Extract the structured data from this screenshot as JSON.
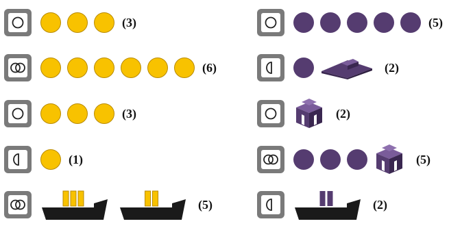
{
  "left_column": [
    {
      "symbol": "single-circle-icon",
      "items": [
        {
          "kind": "yellow-dot"
        },
        {
          "kind": "yellow-dot"
        },
        {
          "kind": "yellow-dot"
        }
      ],
      "count": "(3)"
    },
    {
      "symbol": "double-circle-icon",
      "items": [
        {
          "kind": "yellow-dot"
        },
        {
          "kind": "yellow-dot"
        },
        {
          "kind": "yellow-dot"
        },
        {
          "kind": "yellow-dot"
        },
        {
          "kind": "yellow-dot"
        },
        {
          "kind": "yellow-dot"
        }
      ],
      "count": "(6)"
    },
    {
      "symbol": "single-circle-icon",
      "items": [
        {
          "kind": "yellow-dot"
        },
        {
          "kind": "yellow-dot"
        },
        {
          "kind": "yellow-dot"
        }
      ],
      "count": "(3)"
    },
    {
      "symbol": "half-circle-icon",
      "items": [
        {
          "kind": "yellow-dot"
        }
      ],
      "count": "(1)"
    },
    {
      "symbol": "double-circle-icon",
      "items": [
        {
          "kind": "ship-three-cargo-icon"
        },
        {
          "kind": "ship-two-cargo-icon"
        }
      ],
      "count": "(5)"
    }
  ],
  "right_column": [
    {
      "symbol": "single-circle-icon",
      "items": [
        {
          "kind": "purple-dot"
        },
        {
          "kind": "purple-dot"
        },
        {
          "kind": "purple-dot"
        },
        {
          "kind": "purple-dot"
        },
        {
          "kind": "purple-dot"
        }
      ],
      "count": "(5)"
    },
    {
      "symbol": "half-circle-icon",
      "items": [
        {
          "kind": "purple-dot"
        },
        {
          "kind": "trading-post-icon"
        }
      ],
      "count": "(2)"
    },
    {
      "symbol": "single-circle-icon",
      "items": [
        {
          "kind": "market-hall-icon"
        }
      ],
      "count": "(2)"
    },
    {
      "symbol": "double-circle-icon",
      "items": [
        {
          "kind": "purple-dot"
        },
        {
          "kind": "purple-dot"
        },
        {
          "kind": "purple-dot"
        },
        {
          "kind": "market-hall-icon"
        }
      ],
      "count": "(5)"
    },
    {
      "symbol": "half-circle-icon",
      "items": [
        {
          "kind": "ship-two-purple-cargo-icon"
        }
      ],
      "count": "(2)"
    }
  ],
  "colors": {
    "tile": "#7a7a7a",
    "yellow": "#f8c200",
    "purple": "#553c70",
    "ship": "#1a1a1a"
  }
}
